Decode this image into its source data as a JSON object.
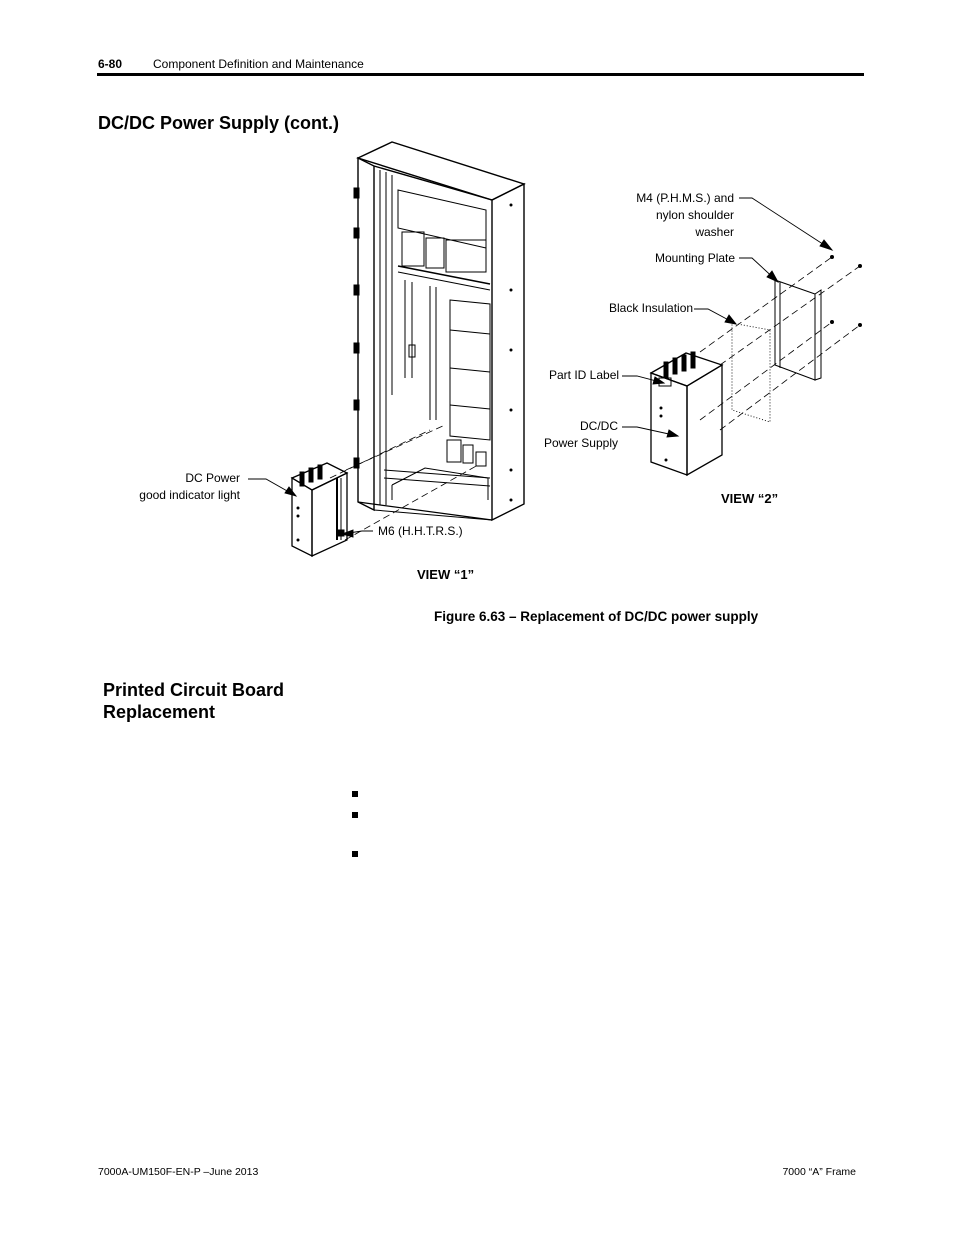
{
  "header": {
    "page_number": "6-80",
    "chapter_title": "Component Definition and Maintenance"
  },
  "section1": {
    "title": "DC/DC Power Supply (cont.)"
  },
  "figure": {
    "callouts": {
      "dc_power_light_1": "DC Power",
      "dc_power_light_2": "good indicator light",
      "m6": "M6 (H.H.T.R.S.)",
      "m4_1": "M4 (P.H.M.S.) and",
      "m4_2": "nylon shoulder washer",
      "mounting_plate": "Mounting Plate",
      "black_insulation": "Black Insulation",
      "part_id_label": "Part ID Label",
      "dcdc_1": "DC/DC",
      "dcdc_2": "Power Supply"
    },
    "view1": "VIEW “1”",
    "view2": "VIEW “2”",
    "caption": "Figure 6.63 – Replacement of DC/DC power supply"
  },
  "section2": {
    "title_line1": "Printed Circuit Board",
    "title_line2": "Replacement"
  },
  "footer": {
    "left": "7000A-UM150F-EN-P –June 2013",
    "right": "7000 “A” Frame"
  }
}
